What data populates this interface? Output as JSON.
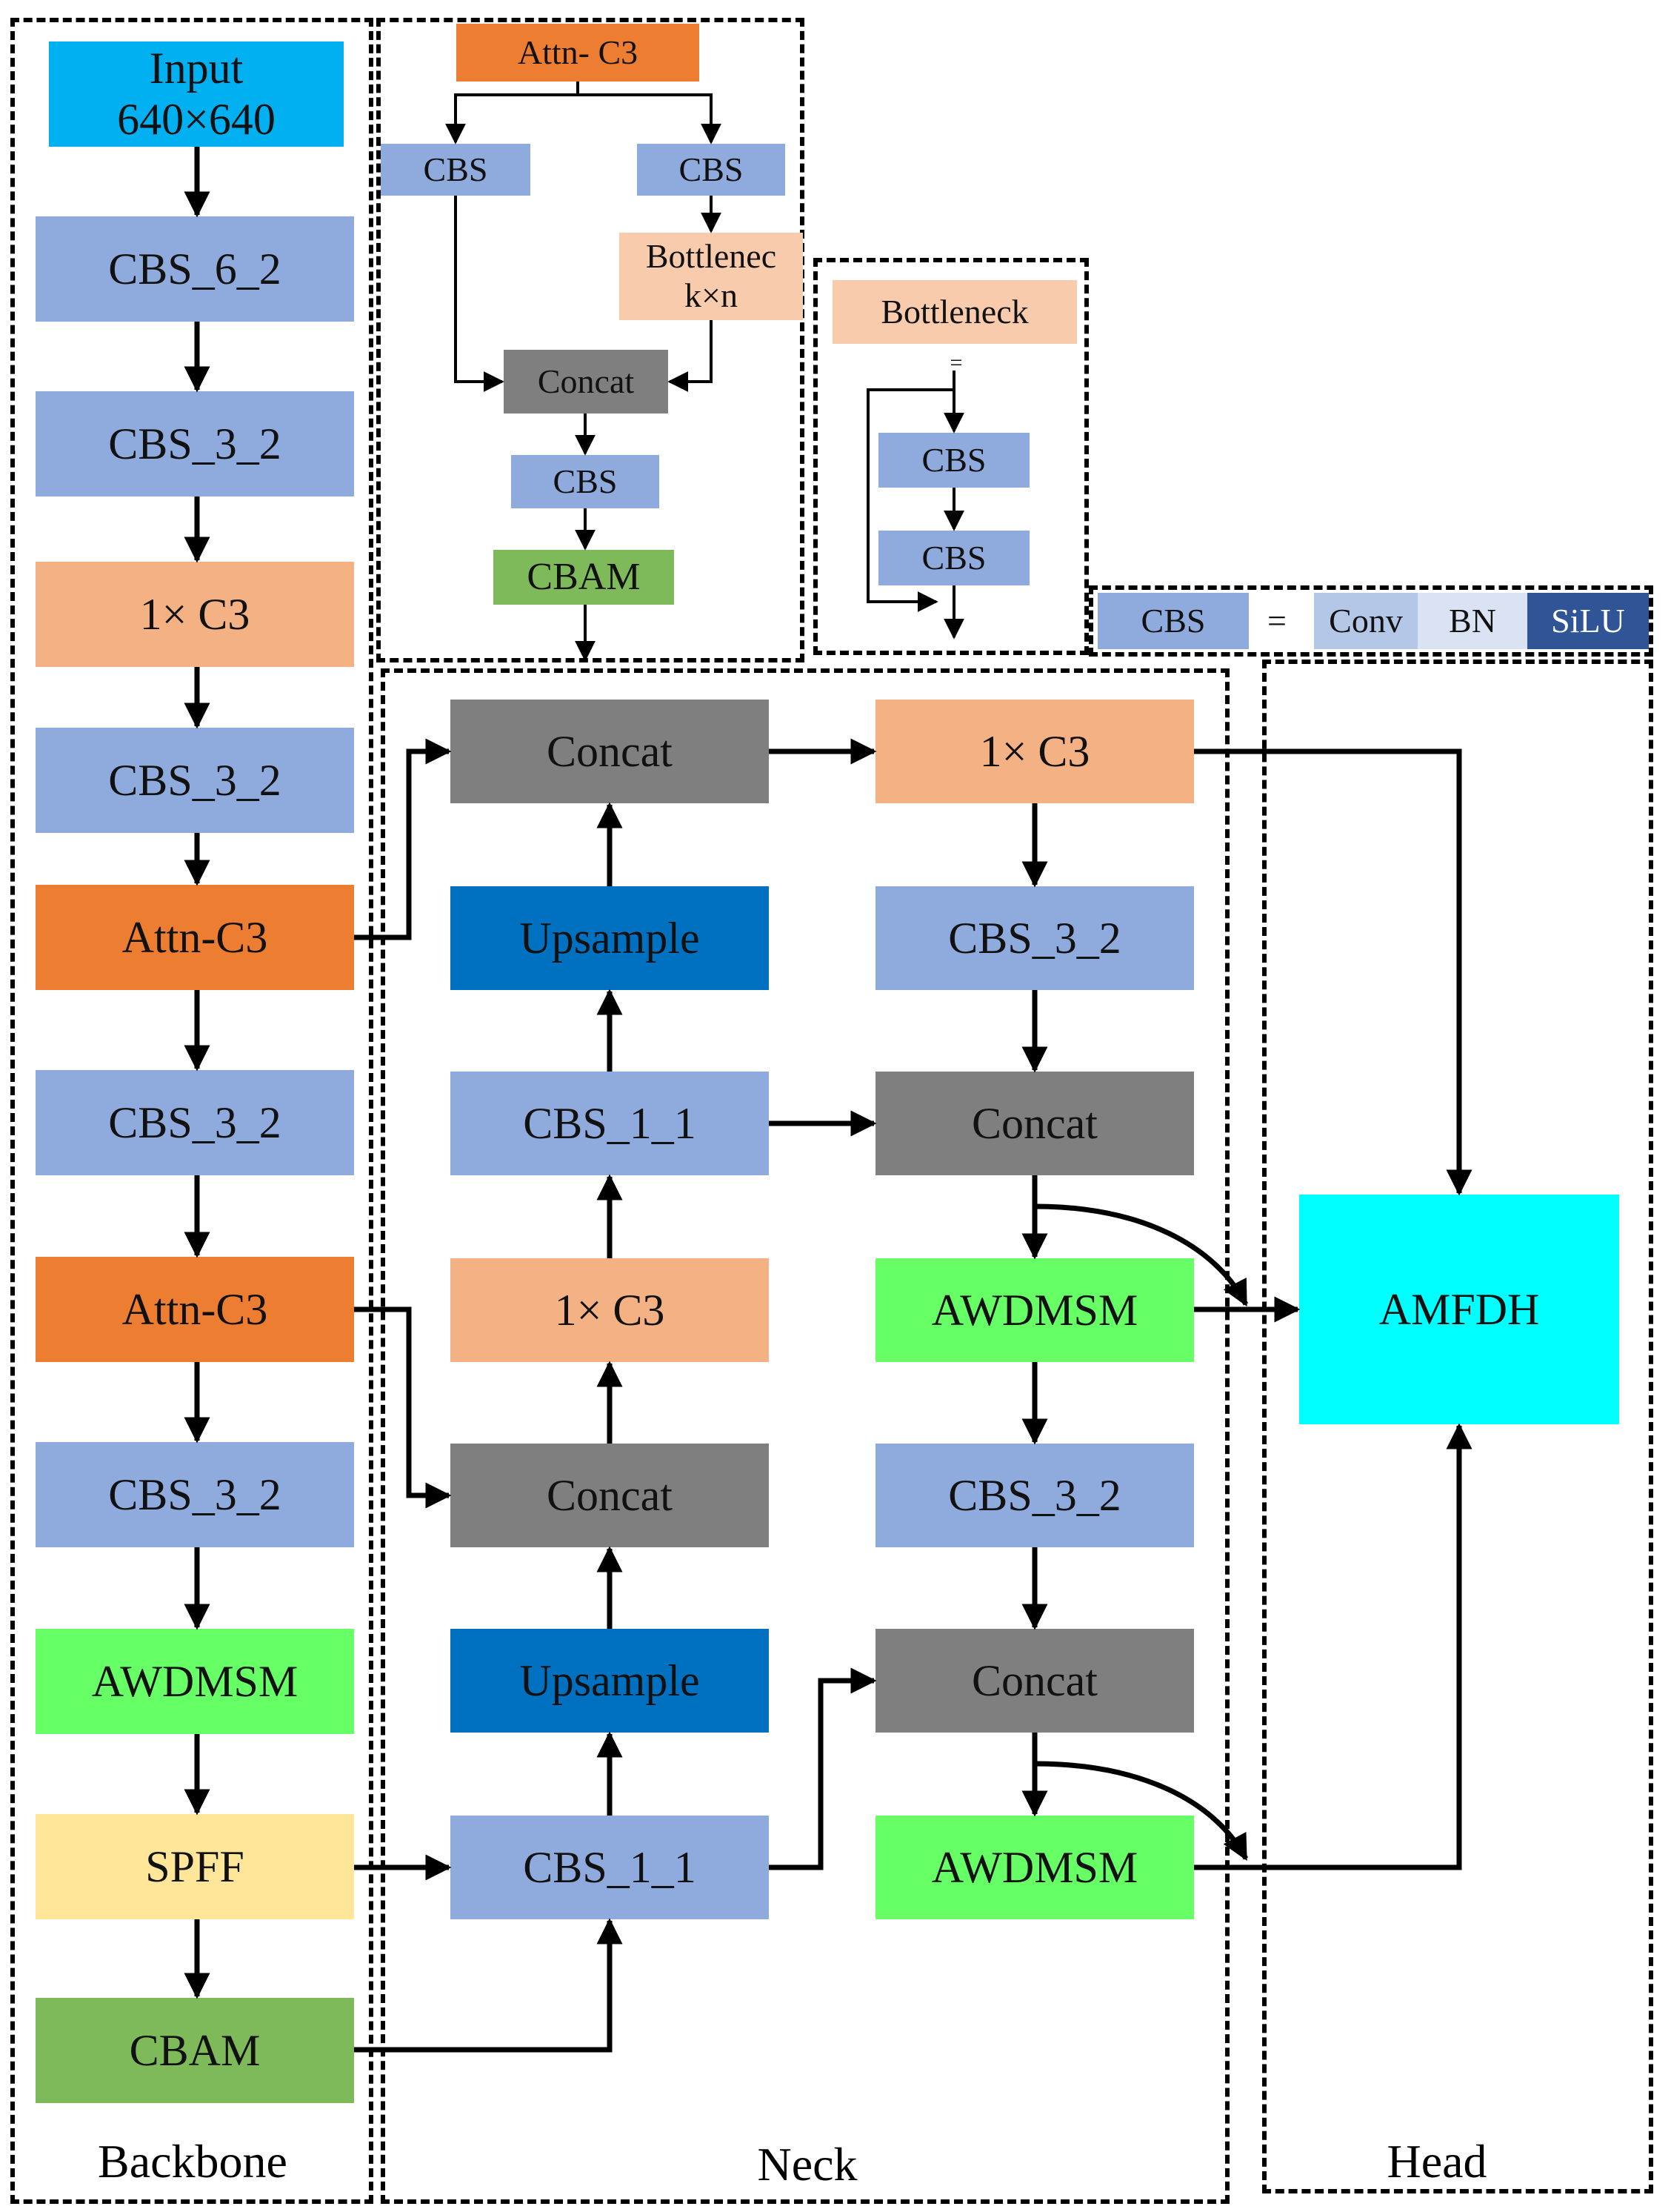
{
  "regions": {
    "backbone": "Backbone",
    "neck": "Neck",
    "head": "Head"
  },
  "backbone": {
    "input": "Input\n640×640",
    "cbs_6_2": "CBS_6_2",
    "cbs_3_2_a": "CBS_3_2",
    "c3": "1× C3",
    "cbs_3_2_b": "CBS_3_2",
    "attn_c3_a": "Attn-C3",
    "cbs_3_2_c": "CBS_3_2",
    "attn_c3_b": "Attn-C3",
    "cbs_3_2_d": "CBS_3_2",
    "awdmsm": "AWDMSM",
    "spff": "SPFF",
    "cbam": "CBAM"
  },
  "attn_detail": {
    "title": "Attn- C3",
    "cbs_left": "CBS",
    "cbs_right": "CBS",
    "bottleneck": "Bottlenec\nk×n",
    "concat": "Concat",
    "cbs_out": "CBS",
    "cbam": "CBAM"
  },
  "bottleneck_detail": {
    "title": "Bottleneck",
    "equals": "=",
    "cbs_1": "CBS",
    "cbs_2": "CBS"
  },
  "cbs_legend": {
    "cbs": "CBS",
    "equals": "=",
    "conv": "Conv",
    "bn": "BN",
    "silu": "SiLU"
  },
  "neck": {
    "concat_top": "Concat",
    "upsample_top": "Upsample",
    "cbs_1_1_top": "CBS_1_1",
    "c3_mid": "1× C3",
    "concat_mid": "Concat",
    "upsample_bottom": "Upsample",
    "cbs_1_1_bottom": "CBS_1_1",
    "c3_right": "1× C3",
    "cbs_3_2_right_a": "CBS_3_2",
    "concat_right_a": "Concat",
    "awdmsm_right_a": "AWDMSM",
    "cbs_3_2_right_b": "CBS_3_2",
    "concat_right_b": "Concat",
    "awdmsm_right_b": "AWDMSM"
  },
  "head": {
    "amfdh": "AMFDH"
  },
  "colors": {
    "input": "#00b0f0",
    "cbs": "#8faadc",
    "c3": "#f4b183",
    "attn_c3": "#ed7d31",
    "awdmsm": "#66ff66",
    "spff": "#ffe699",
    "cbam": "#7fba5a",
    "concat": "#7f7f7f",
    "upsample": "#0070c0",
    "bottleneck": "#f8cbad",
    "conv": "#b4c7e7",
    "bn": "#dae3f3",
    "silu": "#2f5597",
    "amfdh": "#00ffff"
  }
}
